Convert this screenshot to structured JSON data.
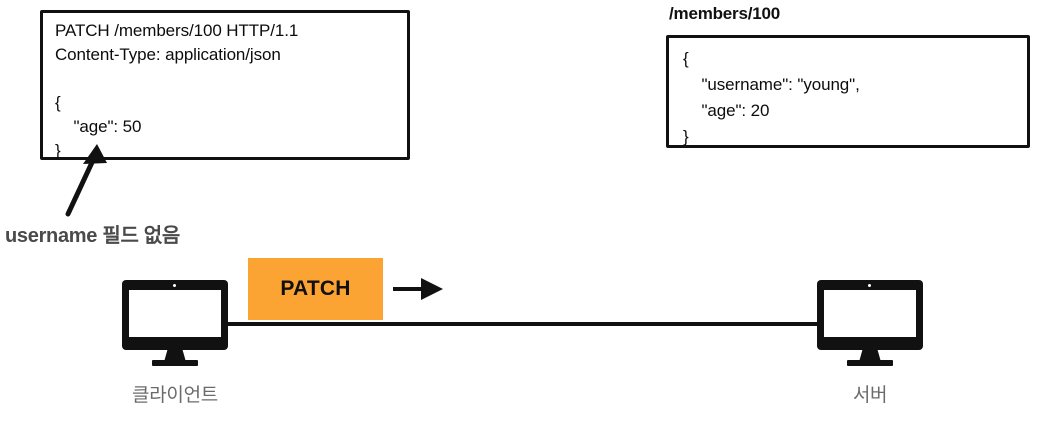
{
  "diagram": {
    "request_box": {
      "name": "http-request",
      "text": "PATCH /members/100 HTTP/1.1\nContent-Type: application/json\n\n{\n    \"age\": 50\n}"
    },
    "resource": {
      "label": "/members/100",
      "body": "{\n    \"username\": \"young\",\n    \"age\": 20\n}"
    },
    "annotation": {
      "text": "username 필드 없음"
    },
    "method_badge": {
      "label": "PATCH",
      "color": "#fca433"
    },
    "nodes": [
      {
        "id": "client",
        "label": "클라이언트"
      },
      {
        "id": "server",
        "label": "서버"
      }
    ],
    "colors": {
      "ink": "#111111",
      "accent": "#fca433",
      "muted_label": "#6b6b6b",
      "annotation": "#4a4a4a"
    }
  }
}
